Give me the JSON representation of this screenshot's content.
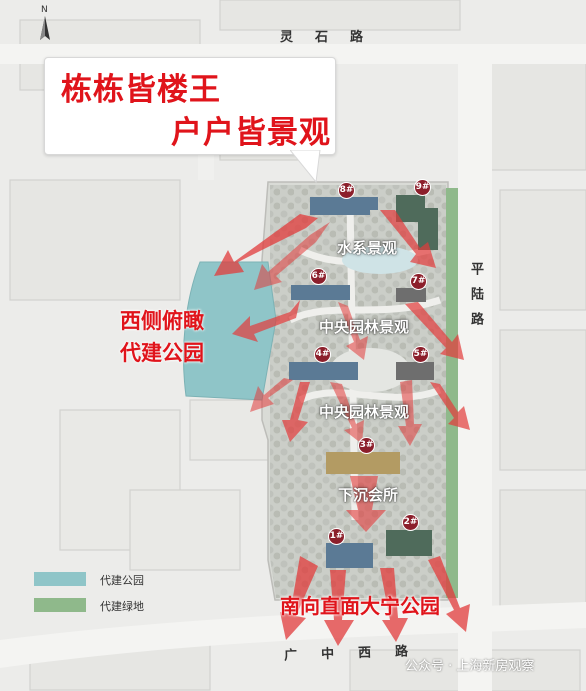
{
  "compass": {
    "label": "N"
  },
  "headline": {
    "line1": "栋栋皆楼王",
    "line2": "户户皆景观"
  },
  "roads": {
    "north": "灵石路",
    "east": "平陆路",
    "south": "广中西路"
  },
  "zones": {
    "water": "水系景观",
    "central1": "中央园林景观",
    "central2": "中央园林景观",
    "clubhouse": "下沉会所"
  },
  "callouts": {
    "west_line1": "西侧俯瞰",
    "west_line2": "代建公园",
    "south": "南向直面大宁公园"
  },
  "buildings": [
    {
      "num": "8#"
    },
    {
      "num": "9#"
    },
    {
      "num": "6#"
    },
    {
      "num": "7#"
    },
    {
      "num": "4#"
    },
    {
      "num": "5#"
    },
    {
      "num": "3#"
    },
    {
      "num": "1#"
    },
    {
      "num": "2#"
    }
  ],
  "legend": [
    {
      "label": "代建公园",
      "color": "#8fc5c8"
    },
    {
      "label": "代建绿地",
      "color": "#8fb98b"
    }
  ],
  "colors": {
    "accent_red": "#e0141b",
    "park": "#8fc5c8",
    "greenbelt": "#8fb98b",
    "building_blue": "#5b7a95",
    "building_gold": "#b39b63",
    "building_grey": "#6e6e6e",
    "arrow": "#e23b3b"
  },
  "watermark": "公众号 · 上海新房观察"
}
